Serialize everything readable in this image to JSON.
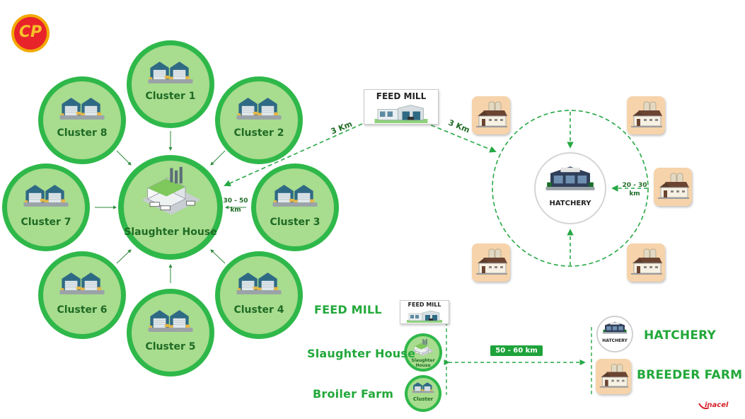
{
  "logo": {
    "text": "CP",
    "ring": "#f2a900",
    "bg": "#e8232a"
  },
  "clusters": {
    "c1": "Cluster 1",
    "c2": "Cluster 2",
    "c3": "Cluster 3",
    "c4": "Cluster 4",
    "c5": "Cluster 5",
    "c6": "Cluster 6",
    "c7": "Cluster 7",
    "c8": "Cluster 8"
  },
  "center": {
    "label": "Slaughter House"
  },
  "distances": {
    "slaughter_cluster": "30 - 50\nkm",
    "mill_to_slaughter": "3 Km",
    "mill_to_hatchery": "3 Km",
    "breeder_to_hatchery": "20 - 30\nkm"
  },
  "feed_mill": {
    "title": "FEED MILL"
  },
  "hatchery": {
    "label": "HATCHERY"
  },
  "legend": {
    "feed_mill": "FEED MILL",
    "slaughter_house": "Slaughter House",
    "broiler_farm": "Broiler Farm",
    "hatchery": "HATCHERY",
    "breeder_farm": "BREEDER FARM",
    "mill_icon_title": "FEED MILL",
    "slaughter_icon_label": "Slaughter House",
    "cluster_icon_label": "Cluster",
    "hatchery_icon_label": "HATCHERY",
    "distance_badge": "50 - 60 km"
  },
  "watermark": "inacel",
  "colors": {
    "green_fill": "#a8dc8e",
    "green_ring": "#2fb84a",
    "green_dark": "#1f6b25",
    "farm_bg": "#f6d3aa",
    "dash": "#27a845"
  },
  "icons": [
    "warehouse-icon",
    "factory-icon",
    "hatchery-icon",
    "farm-house-icon",
    "feed-mill-icon",
    "arrow-icon"
  ]
}
